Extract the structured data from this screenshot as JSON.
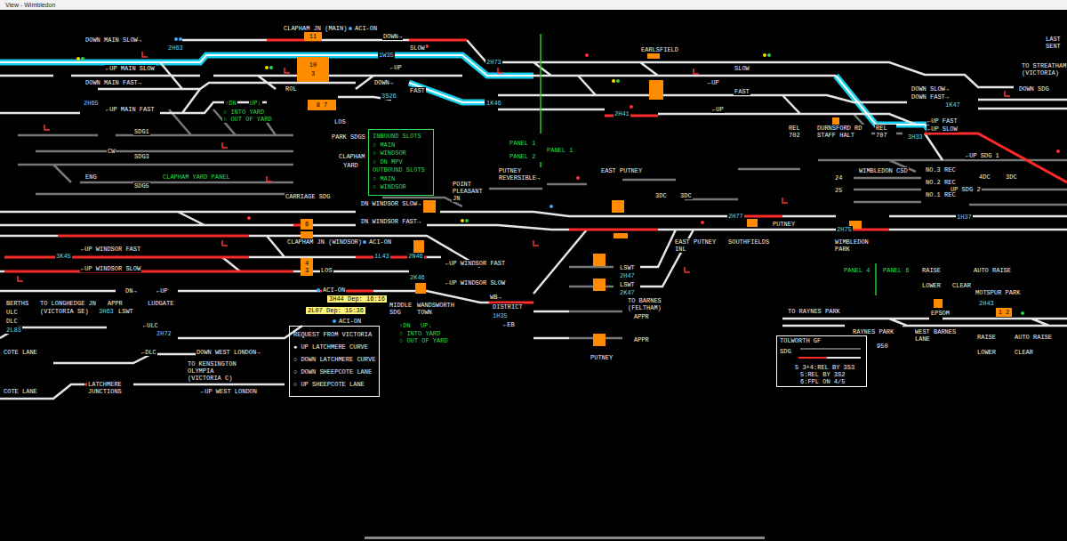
{
  "diagram": {
    "title": "View - Wimbledon",
    "nodes": [
      {
        "text": [
          "INBOUND SLOTS",
          "○ MAIN",
          "○ WINDSOR",
          "○ DN MPV",
          "OUTBOUND SLOTS",
          "○ MAIN",
          "○ WINDSOR"
        ]
      },
      {
        "text": [
          "REQUEST FROM VICTORIA",
          "● UP LATCHMERE CURVE",
          "○ DOWN LATCHMERE CURVE",
          "○ DOWN SHEEPCOTE LANE",
          "○ UP SHEEPCOTE LANE"
        ]
      },
      {
        "text": [
          "TOLWORTH GF",
          "SDG",
          "5 3+4:REL BY 3S3",
          "5:REL BY 3S2",
          "6:FPL ON 4/5"
        ]
      },
      {
        "text": [
          "3H44 Dep: 16:16"
        ]
      },
      {
        "text": [
          "2L07 Dep: 15:36"
        ]
      },
      {
        "text": [
          "11"
        ]
      },
      {
        "text": [
          "10",
          "3"
        ]
      },
      {
        "text": [
          "8",
          "7"
        ]
      },
      {
        "text": [
          "6"
        ]
      },
      {
        "text": [
          "4",
          "3"
        ]
      },
      {
        "text": [
          "1",
          "2"
        ]
      }
    ],
    "labels": [
      "DOWN MAIN SLOW→",
      "2H63",
      "CLAPHAM JN (MAIN)",
      "ACI-ON",
      "DOWN→",
      "SLOW",
      "1W35",
      "2H73",
      "←UP MAIN SLOW",
      "←UP",
      "DOWN MAIN FAST→",
      "DOWN→",
      "ROL",
      "FAST",
      "3S26",
      "2H65",
      "←UP MAIN FAST",
      "1K46",
      "LOS",
      "↑DN",
      "UP↓",
      "○ INTO YARD",
      "○ OUT OF YARD",
      "SDG1",
      "CW",
      "SDG3",
      "ENG",
      "CLAPHAM YARD PANEL",
      "SDG5",
      "PARK SDGS",
      "CLAPHAM",
      "YARD",
      "CARRIAGE SDG",
      "DN WINDSOR SLOW→",
      "DN WINDSOR FAST→",
      "←UP WINDSOR FAST",
      "3K45",
      "CLAPHAM JN (WINDSOR)",
      "ACI-ON",
      "1L43",
      "2N46",
      "←UP WINDSOR FAST",
      "←UP WINDSOR SLOW",
      "LOS",
      "2K46",
      "←UP WINDSOR SLOW",
      "ACI-ON",
      "BERTHS",
      "ULC",
      "DLC",
      "2L83",
      "TO LONGHEDGE JN",
      "(VICTORIA SE)",
      "APPR",
      "LUDGATE",
      "3H63",
      "LSWT",
      "DN→",
      "←UP",
      "MIDDLE SDG",
      "WANDSWORTH TOWN",
      "↑DN",
      "UP↓",
      "○ INTO YARD",
      "○ OUT OF YARD",
      "ACI-ON",
      "←ULC",
      "2H72",
      "←DLC",
      "DOWN WEST LONDON→",
      "TO KENSINGTON OLYMPIA (VICTORIA C)",
      "←UP WEST LONDON",
      "LATCHMERE JUNCTIONS",
      "COTE LANE",
      "COTE LANE",
      "PUTNEY REVERSIBLE→",
      "POINT PLEASANT JN",
      "PANEL 1",
      "PANEL 2",
      "PANEL 1",
      "EAST PUTNEY",
      "EARLSFIELD",
      "SLOW",
      "←UP",
      "FAST",
      "←UP",
      "2H41",
      "REL 702",
      "DURNSFORD RD STAFF HALT",
      "REL 707",
      "DOWN SLOW→",
      "DOWN FAST→",
      "1K47",
      "←UP FAST",
      "←UP SLOW",
      "3H33",
      "DOWN SDG",
      "TO STREATHAM (VICTORIA)",
      "LAST SENT",
      "←UP SDG 1",
      "UP SDG 2",
      "1H37",
      "WIMBLEDON CSD",
      "NO.3 REC",
      "NO.2 REC",
      "NO.1 REC",
      "24",
      "25",
      "3DC",
      "3DC",
      "4DC",
      "3DC",
      "2H77",
      "PUTNEY",
      "2H75",
      "EAST PUTNEY INL",
      "SOUTHFIELDS",
      "WIMBLEDON PARK",
      "LSWT",
      "2H47",
      "LSWT",
      "2K47",
      "TO BARNES (FELTHAM)",
      "WB→",
      "DISTRICT",
      "1H35",
      "←EB",
      "APPR",
      "APPR",
      "PUTNEY",
      "PANEL 4",
      "PANEL 6",
      "RAISE",
      "AUTO RAISE",
      "LOWER",
      "CLEAR",
      "MOTSPUR PARK",
      "TO RAYNES PARK",
      "2H43",
      "EPSOM",
      "RAYNES PARK",
      "WEST BARNES LANE",
      "RAISE",
      "AUTO RAISE",
      "LOWER",
      "CLEAR",
      "950"
    ]
  }
}
